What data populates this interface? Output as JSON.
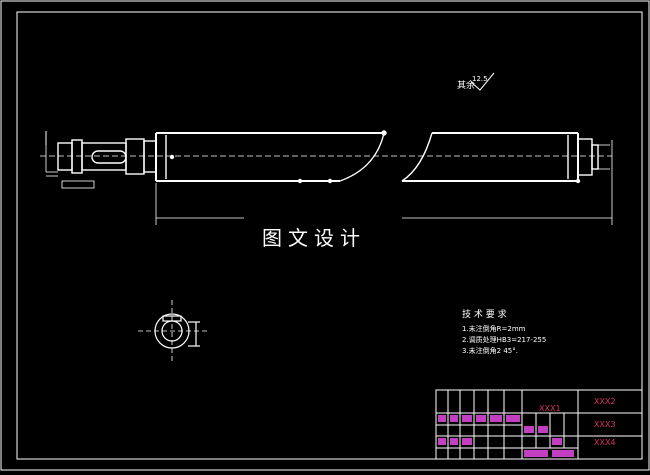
{
  "drawing": {
    "watermark": "图文设计",
    "surface_finish": {
      "label": "其余",
      "value": "12.5"
    },
    "tech_requirements": {
      "title": "技 术 要 求",
      "items": [
        "1.未注倒角R=2mm",
        "2.调质处理HB3=217-255",
        "3.未注倒角2    45°."
      ]
    },
    "title_block": {
      "part_name": "XXX1",
      "field_2": "XXX2",
      "field_3": "XXX3",
      "field_4": "XXX4"
    },
    "colors": {
      "line": "#ffffff",
      "title_block_accent": "#c23fc2",
      "part_name_color": "#d8315b",
      "field_color": "#d8315b"
    }
  }
}
